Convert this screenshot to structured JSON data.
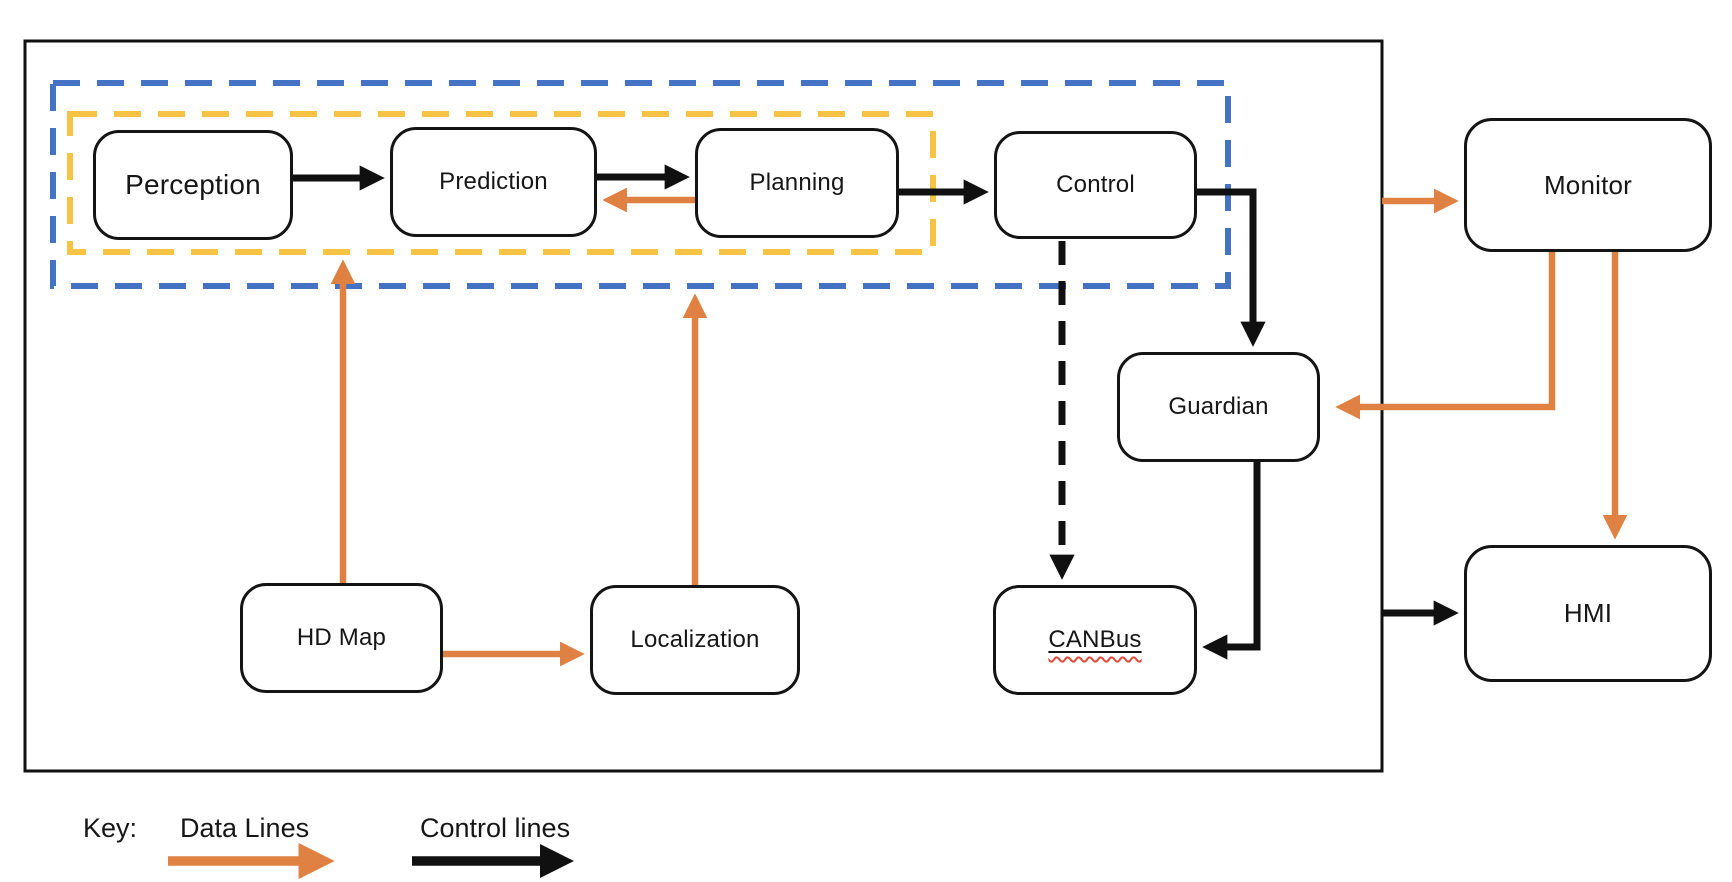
{
  "diagram": {
    "nodes": {
      "perception": {
        "label": "Perception"
      },
      "prediction": {
        "label": "Prediction"
      },
      "planning": {
        "label": "Planning"
      },
      "control": {
        "label": "Control"
      },
      "guardian": {
        "label": "Guardian"
      },
      "canbus": {
        "label": "CANBus"
      },
      "hdmap": {
        "label": "HD Map"
      },
      "localization": {
        "label": "Localization"
      },
      "monitor": {
        "label": "Monitor"
      },
      "hmi": {
        "label": "HMI"
      }
    },
    "colors": {
      "data": "#DE8142",
      "control": "#101010",
      "frame_blue": "#4472C4",
      "frame_yellow": "#F6C344",
      "spellcheck_red": "#E04B3A"
    },
    "key": {
      "label": "Key:",
      "data_lines_label": "Data Lines",
      "control_lines_label": "Control lines"
    }
  }
}
